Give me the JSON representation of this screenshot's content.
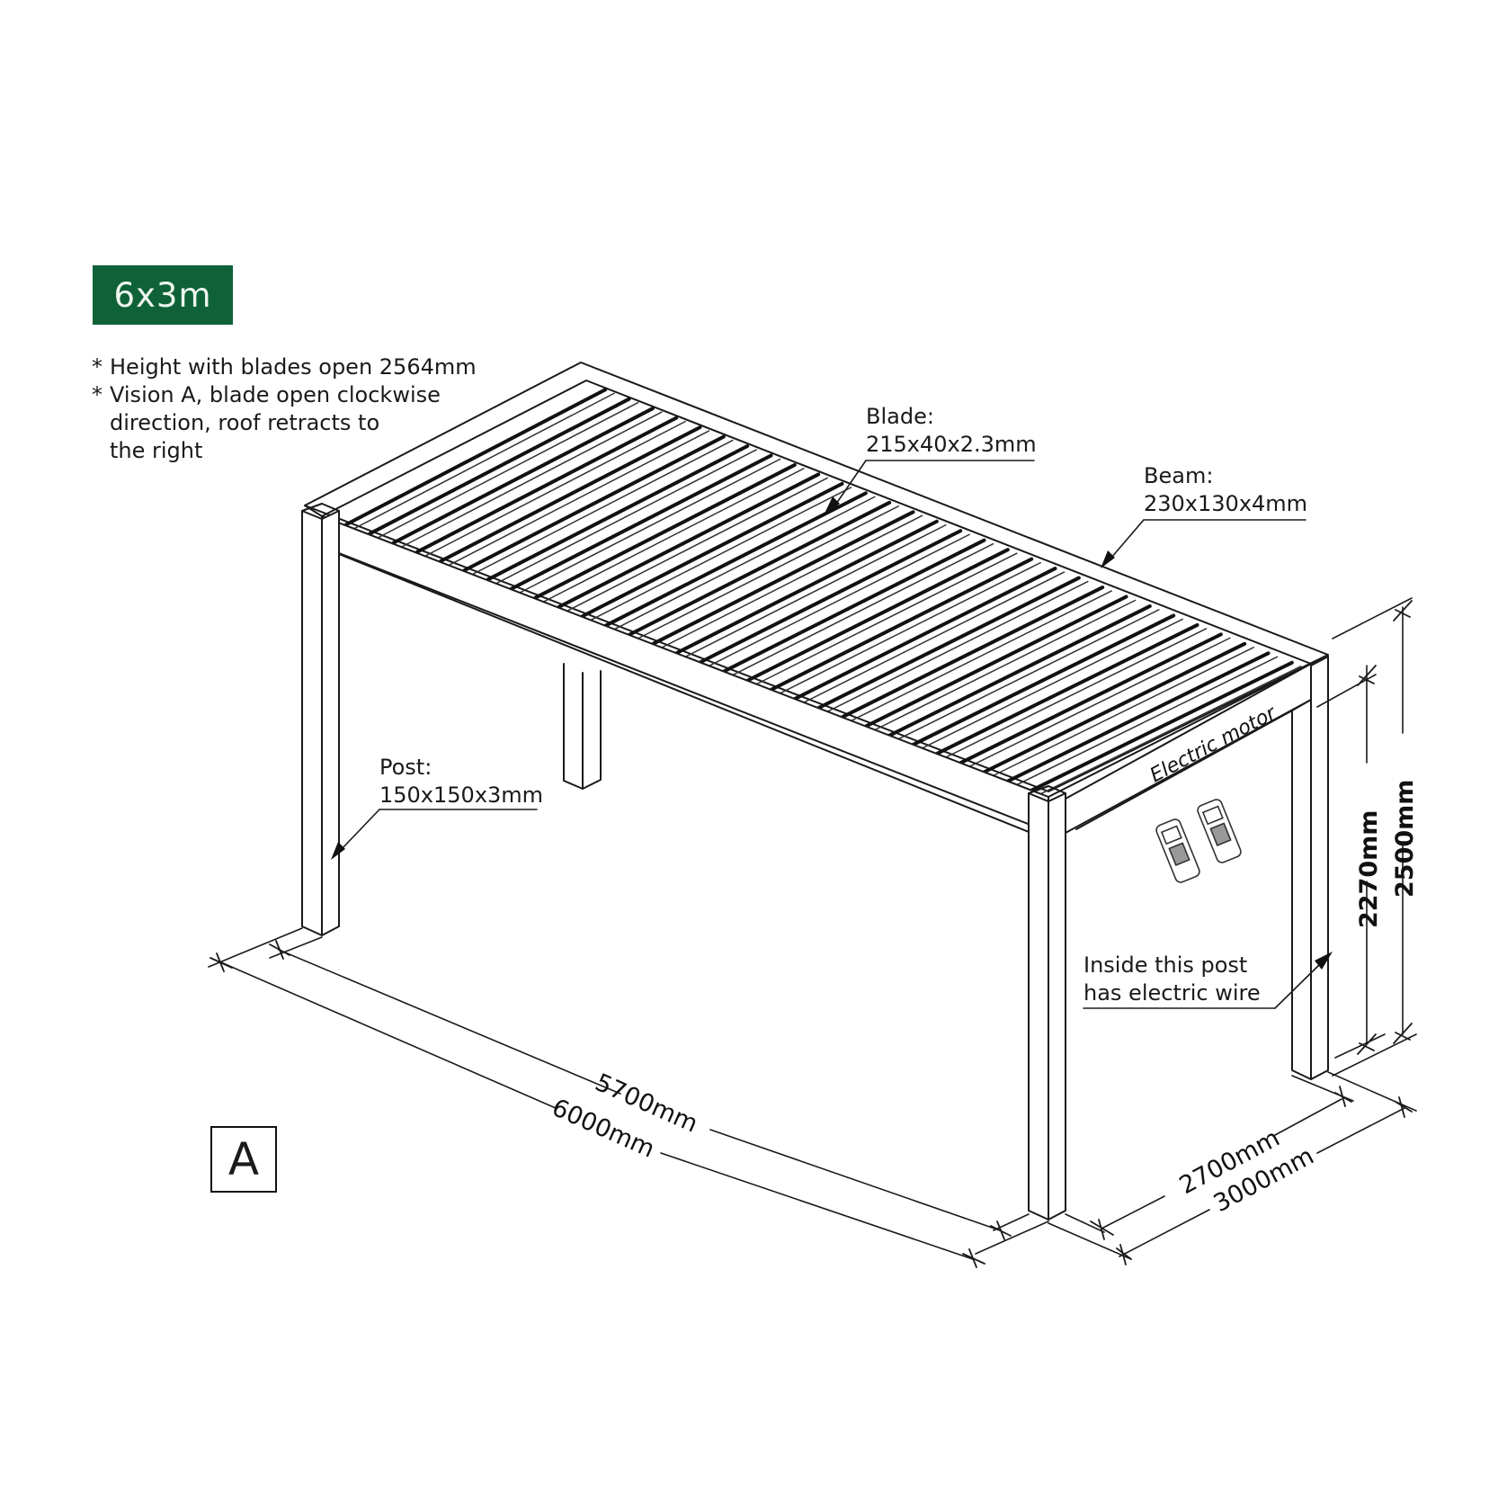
{
  "badge": {
    "label": "6x3m",
    "color": "#0f6238"
  },
  "notes": [
    {
      "star": "*",
      "lines": [
        "Height with blades open 2564mm"
      ]
    },
    {
      "star": "*",
      "lines": [
        "Vision A, blade open clockwise",
        "direction, roof retracts to",
        "the right"
      ]
    }
  ],
  "callouts": {
    "blade": {
      "title": "Blade:",
      "spec": "215x40x2.3mm"
    },
    "beam": {
      "title": "Beam:",
      "spec": "230x130x4mm"
    },
    "post": {
      "title": "Post:",
      "spec": "150x150x3mm"
    },
    "wire": {
      "line1": "Inside this post",
      "line2": "has electric wire"
    },
    "motor": {
      "label": "Electric motor"
    }
  },
  "dimensions": {
    "inner_length": "5700mm",
    "outer_length": "6000mm",
    "inner_width": "2700mm",
    "outer_width": "3000mm",
    "clear_height": "2270mm",
    "total_height": "2500mm"
  },
  "view": {
    "label": "A"
  },
  "accessories": {
    "remotes": 2,
    "icon": "remote-control-icon"
  }
}
